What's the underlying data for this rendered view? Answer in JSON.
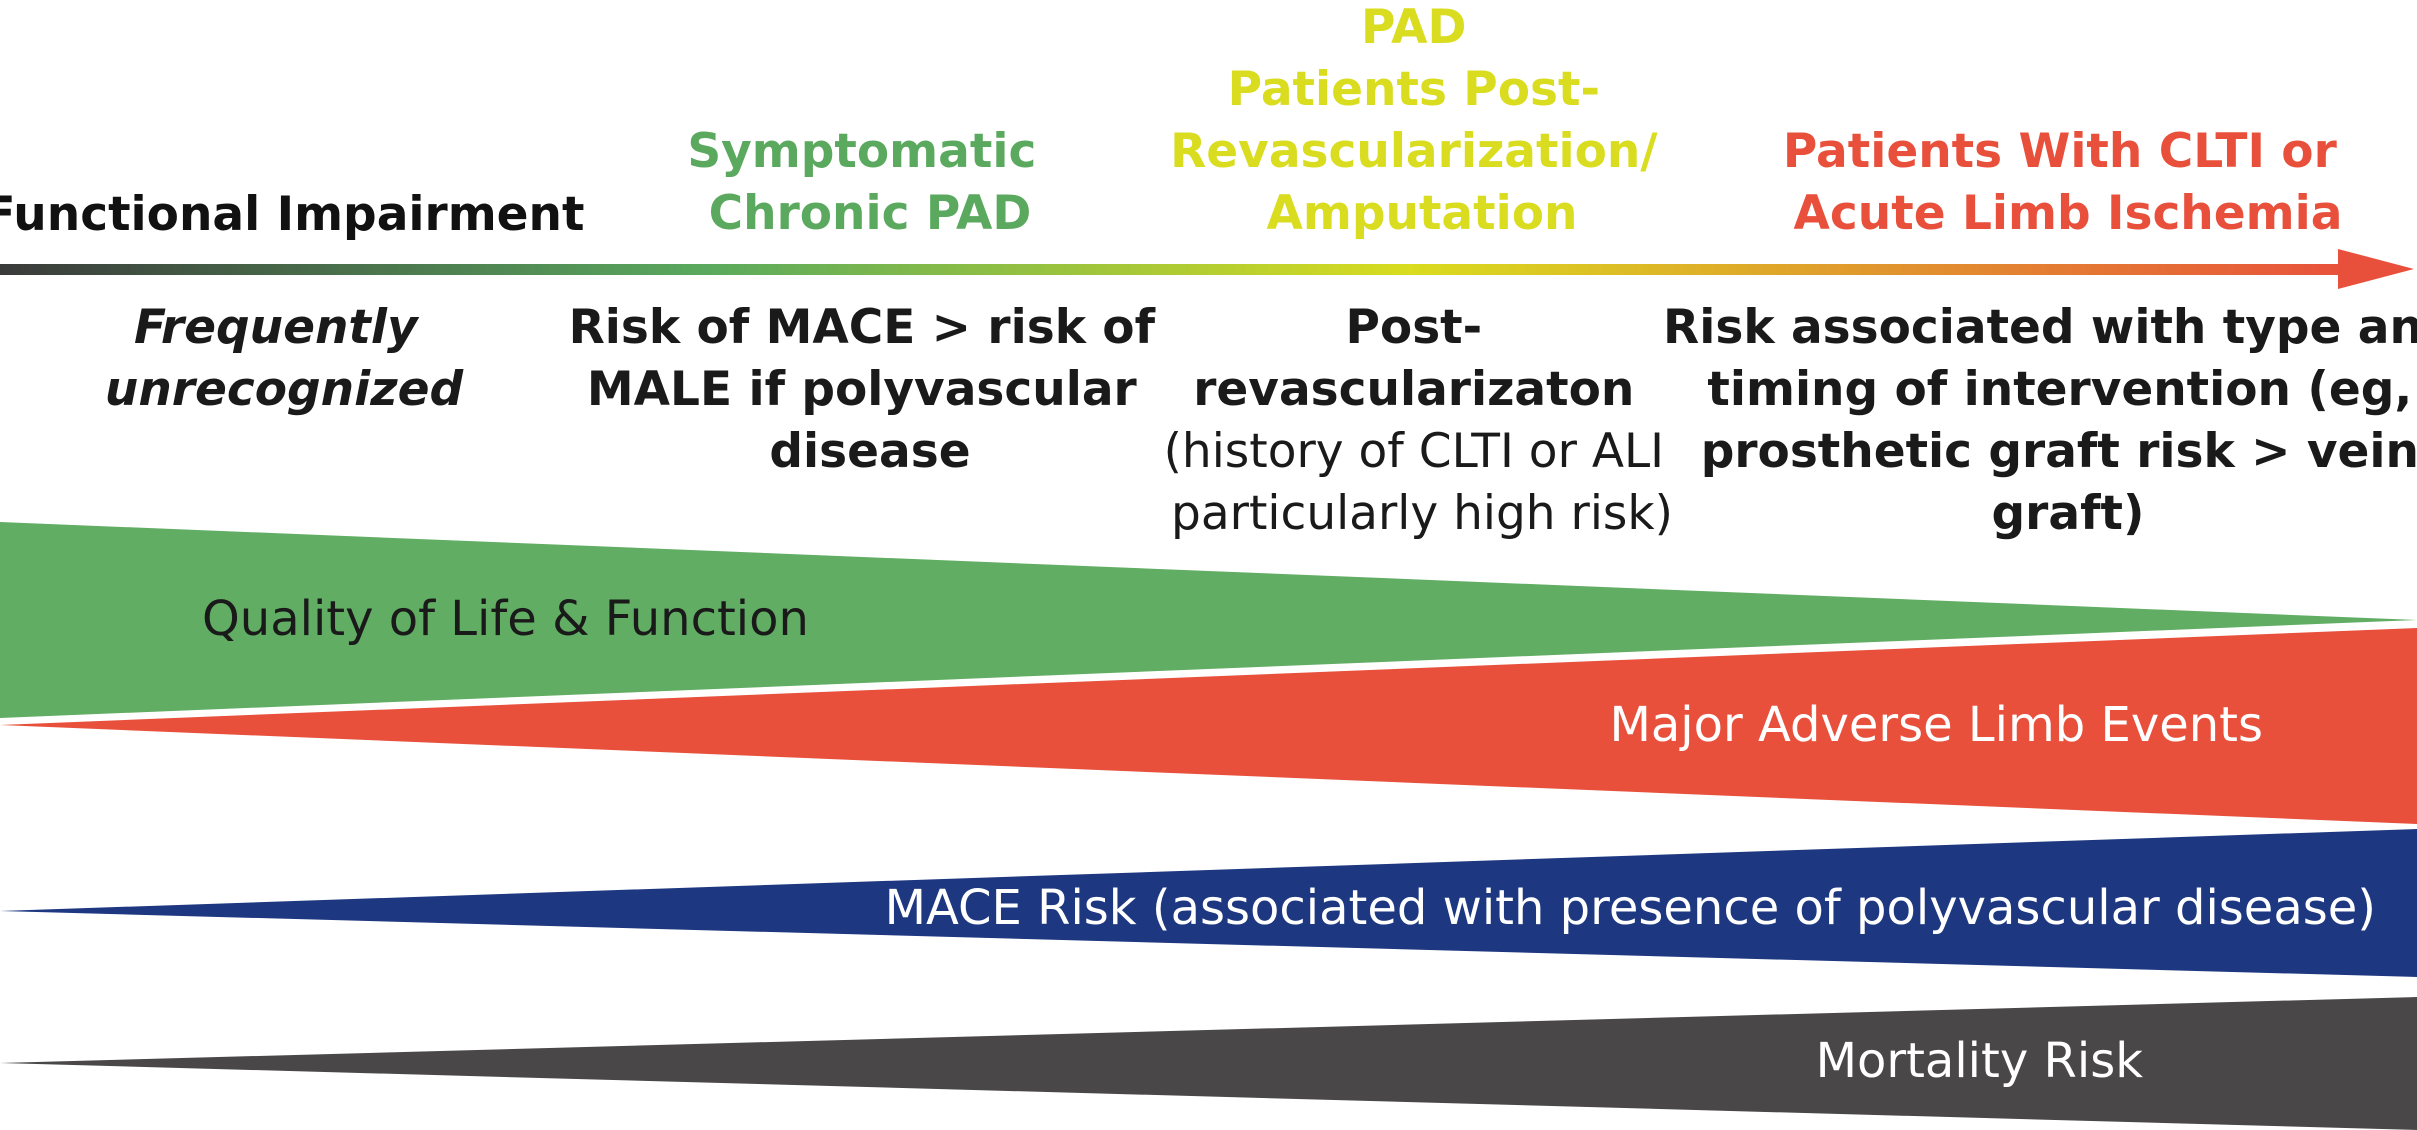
{
  "stages": [
    {
      "title_lines": [
        "Functional Impairment"
      ],
      "color": "#111111",
      "description_lines": [
        "Frequently",
        "unrecognized"
      ],
      "description_style": "italic"
    },
    {
      "title_lines": [
        "Symptomatic",
        "Chronic PAD"
      ],
      "color": "#5aa95e",
      "description_lines": [
        "Risk of MACE > risk of",
        "MALE if polyvascular",
        "disease"
      ],
      "description_style": "bold"
    },
    {
      "title_lines": [
        "PAD",
        "Patients Post-",
        "Revascularization/",
        "Amputation"
      ],
      "color": "#d9dc1f",
      "description_lines": [
        "Post-",
        "revascularizaton"
      ],
      "description_extra_lines": [
        "(history of CLTI or ALI",
        "particularly high risk)"
      ],
      "description_style": "bold"
    },
    {
      "title_lines": [
        "Patients With CLTI or",
        "Acute Limb Ischemia"
      ],
      "color": "#e8503c",
      "description_lines": [
        "Risk associated with type and",
        "timing of intervention (eg,",
        "prosthetic graft risk > vein",
        "graft)"
      ],
      "description_style": "bold"
    }
  ],
  "arrow_gradient": [
    "#3a3a3a",
    "#5aa95e",
    "#d9dc1f",
    "#e8503c"
  ],
  "bands": [
    {
      "label": "Quality of Life & Function",
      "color": "#61ad64",
      "text_color": "#1a1a1a",
      "direction": "decreasing"
    },
    {
      "label": "Major Adverse Limb Events",
      "color": "#e8503c",
      "text_color": "#ffffff",
      "direction": "increasing"
    },
    {
      "label": "MACE Risk (associated with presence of polyvascular disease)",
      "color": "#1d3780",
      "text_color": "#ffffff",
      "direction": "increasing"
    },
    {
      "label": "Mortality Risk",
      "color": "#4a4748",
      "text_color": "#ffffff",
      "direction": "increasing"
    }
  ]
}
